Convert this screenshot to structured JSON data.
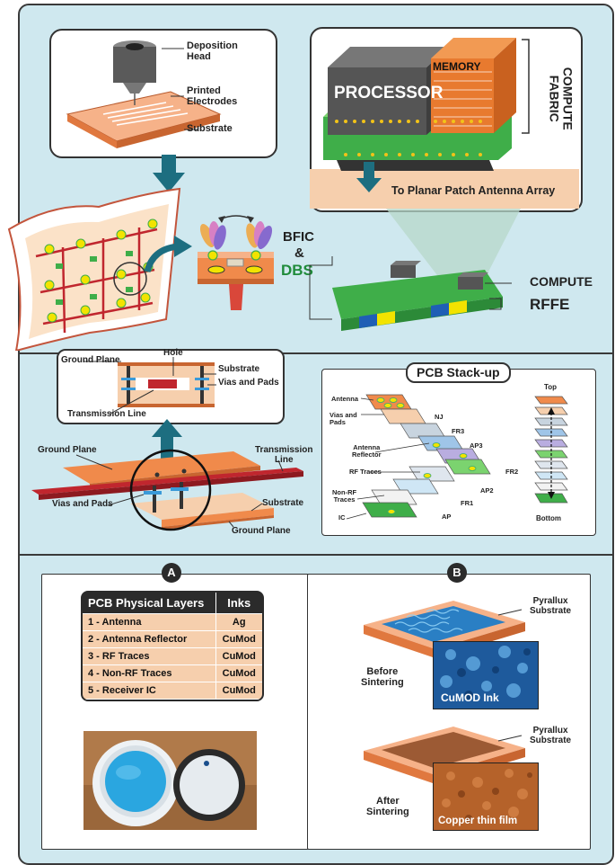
{
  "top": {
    "deposition_head": "Deposition\nHead",
    "printed_electrodes": "Printed\nElectrodes",
    "substrate": "Substrate",
    "processor": "PROCESSOR",
    "memory": "MEMORY",
    "compute_fabric": "COMPUTE\nFABRIC",
    "to_antenna": "To Planar Patch Antenna Array",
    "bfic": "BFIC",
    "amp": "&",
    "dbs": "DBS",
    "compute": "COMPUTE",
    "rffe": "RFFE"
  },
  "middle": {
    "inset": {
      "ground_plane": "Ground Plane",
      "hole": "Hole",
      "substrate": "Substrate",
      "vias_pads": "Vias and Pads",
      "transmission_line": "Transmission Line"
    },
    "main": {
      "ground_plane_top": "Ground Plane",
      "transmission_line": "Transmission\nLine",
      "vias_pads": "Vias and Pads",
      "substrate": "Substrate",
      "ground_plane_bottom": "Ground Plane"
    },
    "stackup": {
      "title": "PCB Stack-up",
      "antenna": "Antenna",
      "vias_pads": "Vias and\nPads",
      "nj": "NJ",
      "fr3": "FR3",
      "antenna_reflector": "Antenna\nReflector",
      "ap3": "AP3",
      "rf_traces": "RF Traces",
      "fr2": "FR2",
      "ap2": "AP2",
      "non_rf_traces": "Non-RF\nTraces",
      "fr1": "FR1",
      "ic": "IC",
      "ap": "AP",
      "top": "Top",
      "bottom": "Bottom"
    }
  },
  "bottom": {
    "badge_a": "A",
    "badge_b": "B",
    "table": {
      "headers": [
        "PCB Physical Layers",
        "Inks"
      ],
      "rows": [
        [
          "1 - Antenna",
          "Ag"
        ],
        [
          "2 - Antenna Reflector",
          "CuMod"
        ],
        [
          "3 - RF Traces",
          "CuMod"
        ],
        [
          "4 - Non-RF Traces",
          "CuMod"
        ],
        [
          "5 - Receiver IC",
          "CuMod"
        ]
      ]
    },
    "pyrallux_1": "Pyrallux\nSubstrate",
    "before_sintering": "Before\nSintering",
    "cumod_ink": "CuMOD Ink",
    "pyrallux_2": "Pyrallux\nSubstrate",
    "after_sintering": "After\nSintering",
    "copper_film": "Copper thin film"
  },
  "colors": {
    "panel_bg": "#cfe8ef",
    "orange": "#f08a4b",
    "peach": "#f6cfad",
    "teal_arrow": "#1d6e80",
    "green": "#3fae49",
    "dark": "#2b2b2b"
  }
}
